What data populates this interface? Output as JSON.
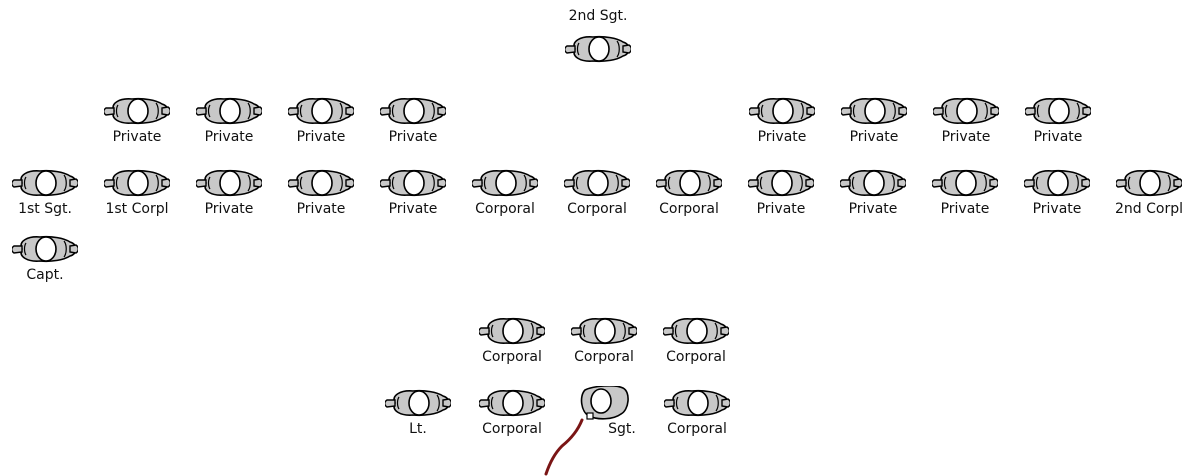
{
  "diagram": {
    "colors": {
      "body": "#c8c8c8",
      "head": "#ffffff",
      "outline": "#000000",
      "sword": "#7a1515"
    },
    "icon": "soldier-top-view-icon",
    "sword_icon": "sword-icon",
    "top": {
      "label": "2nd Sgt."
    },
    "rear_left": [
      "Private",
      "Private",
      "Private",
      "Private"
    ],
    "rear_right": [
      "Private",
      "Private",
      "Private",
      "Private"
    ],
    "front_line": [
      "1st Sgt.",
      "1st Corpl",
      "Private",
      "Private",
      "Private",
      "Corporal",
      "Corporal",
      "Corporal",
      "Private",
      "Private",
      "Private",
      "Private",
      "2nd Corpl"
    ],
    "captain": {
      "label": "Capt."
    },
    "guard_top": [
      "Corporal",
      "Corporal",
      "Corporal"
    ],
    "guard_bottom": [
      {
        "label": "Lt.",
        "pose": "normal"
      },
      {
        "label": "Corporal",
        "pose": "normal"
      },
      {
        "label": "Sgt.",
        "pose": "color-bearer"
      },
      {
        "label": "Corporal",
        "pose": "normal"
      }
    ]
  }
}
